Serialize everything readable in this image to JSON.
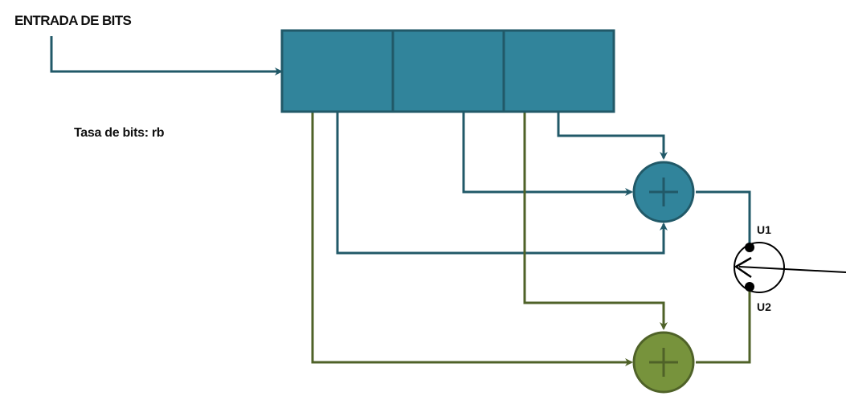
{
  "labels": {
    "input": "ENTRADA DE BITS",
    "rate": "Tasa de bits: rb",
    "out1": "U1",
    "out2": "U2"
  },
  "colors": {
    "teal": "#31849b",
    "teal_dark": "#215968",
    "green": "#77933c",
    "green_dark": "#4f6228",
    "line": "#000000"
  },
  "register": {
    "cells": 3
  },
  "adders": [
    {
      "name": "top-adder",
      "inputs": 3
    },
    {
      "name": "bottom-adder",
      "inputs": 2
    }
  ]
}
